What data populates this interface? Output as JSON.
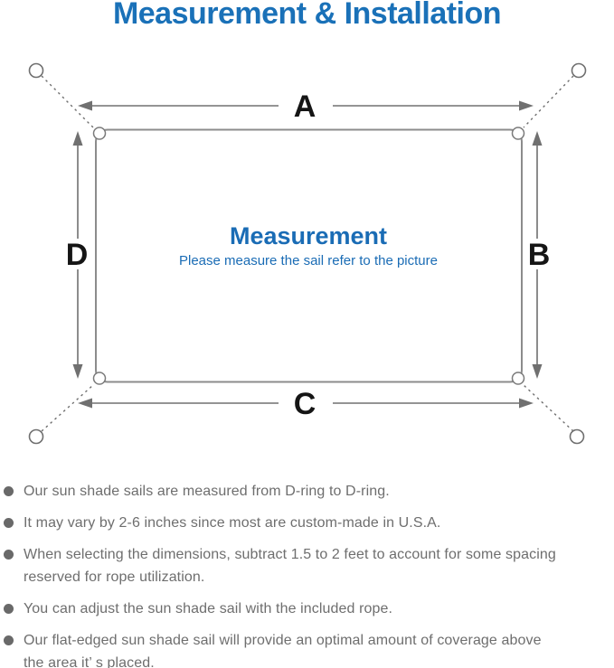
{
  "page": {
    "title": "Measurement & Installation"
  },
  "diagram": {
    "side_labels": {
      "top": "A",
      "right": "B",
      "bottom": "C",
      "left": "D"
    },
    "center": {
      "title": "Measurement",
      "subtitle": "Please measure the sail refer to the picture"
    }
  },
  "notes": {
    "items": [
      "Our sun shade sails are measured from D-ring to D-ring.",
      "It may vary by 2-6 inches since most are custom-made in U.S.A.",
      "When selecting the dimensions, subtract 1.5 to 2 feet to account for some spacing\nreserved for rope utilization.",
      "You can adjust the sun shade sail with the included rope.",
      "Our flat-edged sun shade sail will provide an optimal amount of coverage above\nthe area it’ s placed."
    ]
  },
  "colors": {
    "accent_blue": "#1a71b8",
    "diagram_line_gray": "#777777",
    "note_text_gray": "#6e6e6e",
    "dimension_label_black": "#151515"
  }
}
